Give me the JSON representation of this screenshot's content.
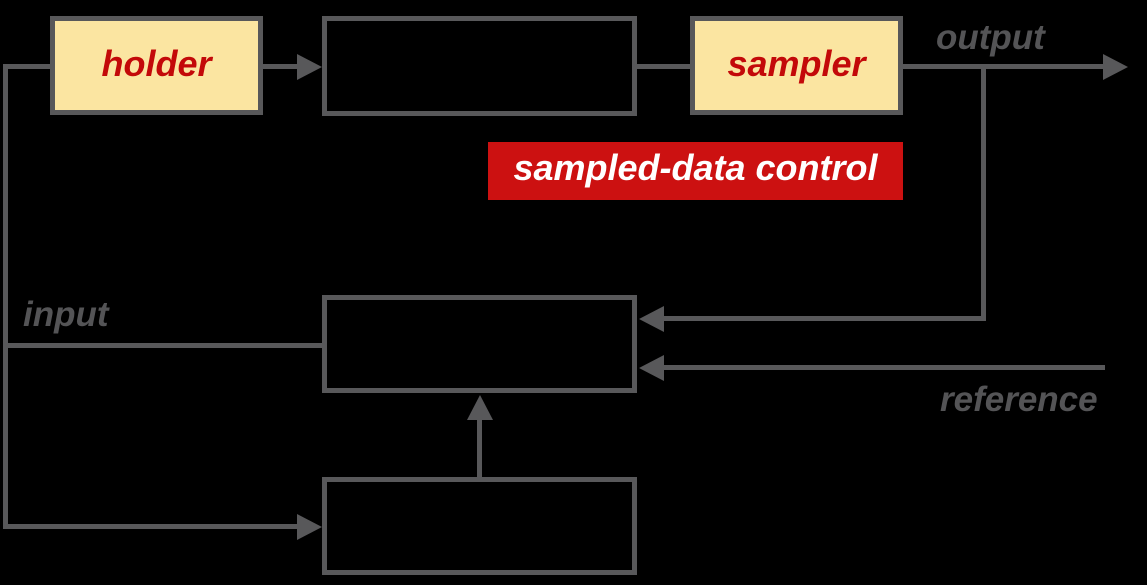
{
  "diagram": {
    "title": "sampled-data control loop block diagram",
    "boxes": {
      "holder": {
        "label": "holder"
      },
      "sampler": {
        "label": "sampler"
      },
      "top_empty": {
        "label": ""
      },
      "middle_empty": {
        "label": ""
      },
      "bottom_empty": {
        "label": ""
      }
    },
    "banner": {
      "label": "sampled-data control"
    },
    "signal_labels": {
      "output": "output",
      "input": "input",
      "reference": "reference"
    },
    "colors": {
      "background": "#000000",
      "line": "#58585A",
      "box_border": "#58585A",
      "box_fill": "#FBE5A1",
      "box_text": "#C30909",
      "banner_fill": "#CC1111",
      "banner_text": "#FFFFFF",
      "signal_label_text": "#545456"
    }
  }
}
